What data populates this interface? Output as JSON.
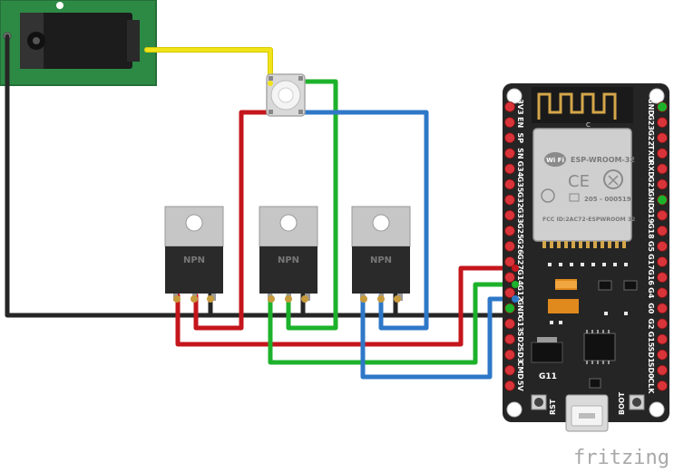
{
  "watermark": "fritzing",
  "transistors": [
    {
      "label": "NPN"
    },
    {
      "label": "NPN"
    },
    {
      "label": "NPN"
    }
  ],
  "esp32": {
    "module_name": "ESP-WROOM-32",
    "r_code": "205 - 000519",
    "fcc_id": "FCC ID:2AC72-ESPWROOM 32",
    "wifi_text": "Wi Fi",
    "antenna_label": "C",
    "gpio_label": "G11",
    "rst_label": "RST",
    "boot_label": "BOOT",
    "right_pins": [
      "GND",
      "G23",
      "G22",
      "TXD",
      "RXD",
      "G21",
      "GND",
      "G19",
      "G18",
      "G5",
      "G17",
      "G16",
      "G4",
      "G0",
      "G2",
      "G15",
      "SD1",
      "SD0",
      "CLK"
    ],
    "left_pins": [
      "3V3",
      "EN",
      "SP",
      "SN",
      "G34",
      "G35",
      "G32",
      "G33",
      "G25",
      "G26",
      "G27",
      "G14",
      "G12",
      "GND",
      "G13",
      "SD2",
      "SD3",
      "CMD",
      "5V"
    ]
  },
  "wire_colors": {
    "red": "#c4161c",
    "green": "#1db22b",
    "blue": "#2f78c8",
    "yellow": "#f0e318",
    "black": "#262626"
  }
}
